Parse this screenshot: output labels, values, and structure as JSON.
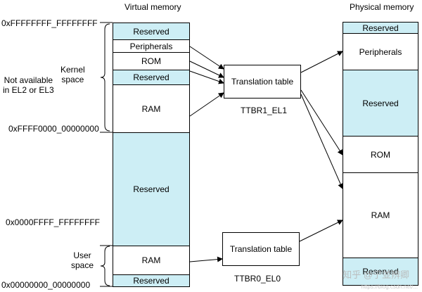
{
  "titles": {
    "virtual": "Virtual memory",
    "physical": "Physical memory"
  },
  "addresses": {
    "top": "0xFFFFFFFF_FFFFFFFF",
    "kernel_base": "0xFFFF0000_00000000",
    "user_top": "0x0000FFFF_FFFFFFFF",
    "bottom": "0x00000000_00000000"
  },
  "side_labels": {
    "kernel_space": "Kernel\nspace",
    "not_available": "Not available\nin EL2 or EL3",
    "user_space": "User\nspace"
  },
  "virtual_blocks": {
    "reserved_top": "Reserved",
    "peripherals": "Peripherals",
    "rom": "ROM",
    "reserved_mid": "Reserved",
    "ram_kernel": "RAM",
    "reserved_large": "Reserved",
    "ram_user": "RAM",
    "reserved_bottom": "Reserved"
  },
  "physical_blocks": {
    "reserved_top": "Reserved",
    "peripherals": "Peripherals",
    "reserved_mid": "Reserved",
    "rom": "ROM",
    "ram": "RAM",
    "reserved_bottom": "Reserved"
  },
  "translation": {
    "table1": "Translation table",
    "table1_reg": "TTBR1_EL1",
    "table0": "Translation table",
    "table0_reg": "TTBR0_EL0"
  },
  "watermark": {
    "text": "知乎 @宁並辨卿",
    "url": "https://blog.csdn.net/..."
  },
  "colors": {
    "reserved_fill": "#cdeef5",
    "white_fill": "#ffffff",
    "line": "#000000"
  }
}
